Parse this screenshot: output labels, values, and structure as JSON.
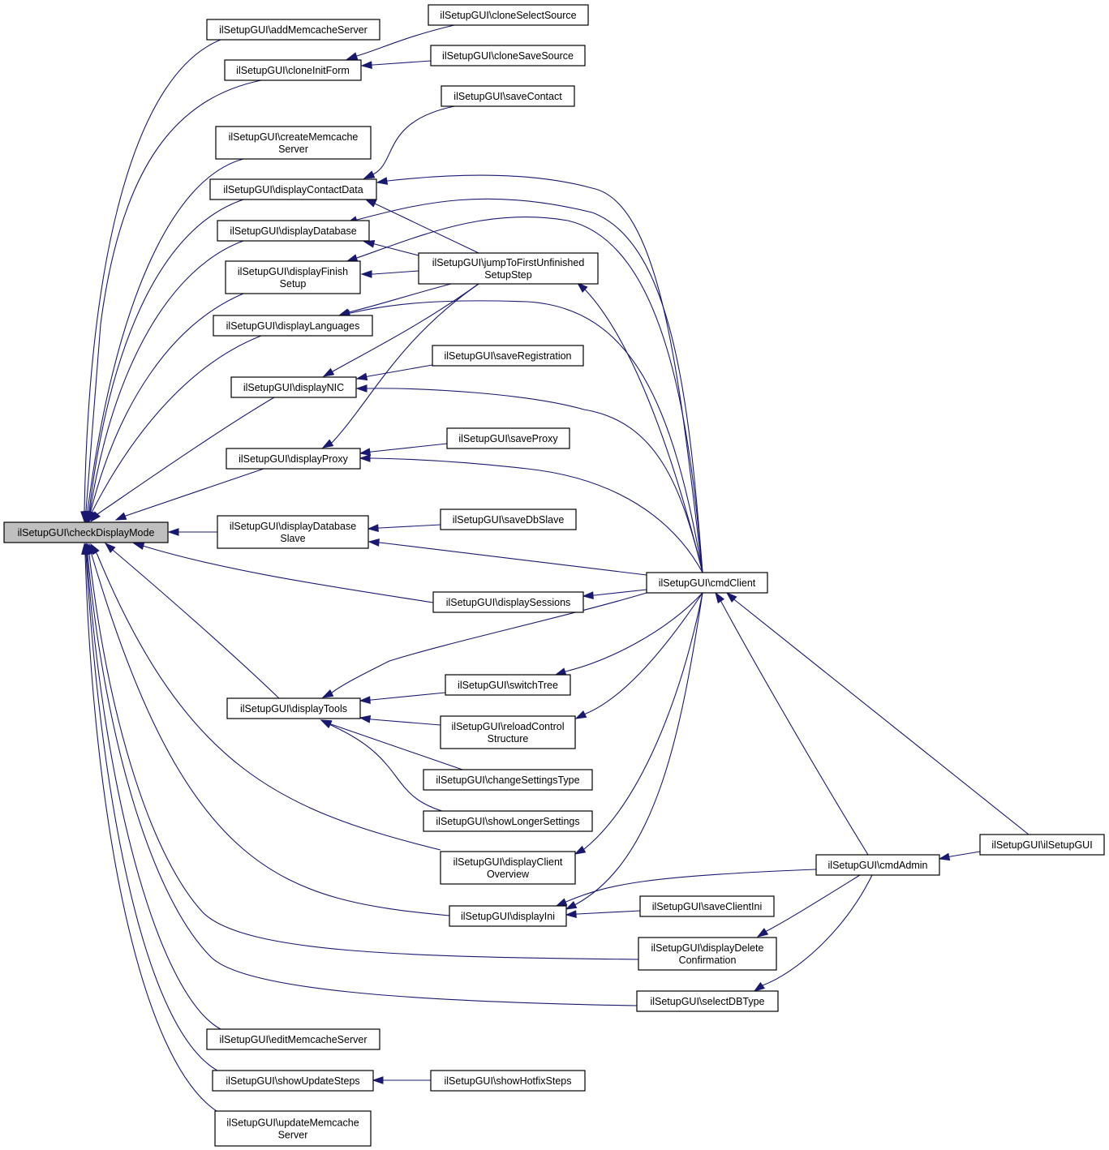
{
  "graph": {
    "colors": {
      "edge": "#191970",
      "root_fill": "#bfbfbf",
      "node_fill": "#ffffff",
      "border": "#000000"
    },
    "nodes": [
      {
        "id": "checkDisplayMode",
        "lines": [
          "ilSetupGUI\\checkDisplayMode"
        ],
        "root": true
      },
      {
        "id": "addMemcacheServer",
        "lines": [
          "ilSetupGUI\\addMemcacheServer"
        ]
      },
      {
        "id": "cloneInitForm",
        "lines": [
          "ilSetupGUI\\cloneInitForm"
        ]
      },
      {
        "id": "cloneSelectSource",
        "lines": [
          "ilSetupGUI\\cloneSelectSource"
        ]
      },
      {
        "id": "cloneSaveSource",
        "lines": [
          "ilSetupGUI\\cloneSaveSource"
        ]
      },
      {
        "id": "saveContact",
        "lines": [
          "ilSetupGUI\\saveContact"
        ]
      },
      {
        "id": "createMemcacheServer",
        "lines": [
          "ilSetupGUI\\createMemcache",
          "Server"
        ]
      },
      {
        "id": "displayContactData",
        "lines": [
          "ilSetupGUI\\displayContactData"
        ]
      },
      {
        "id": "displayDatabase",
        "lines": [
          "ilSetupGUI\\displayDatabase"
        ]
      },
      {
        "id": "jumpToFirstUnfinishedSetupStep",
        "lines": [
          "ilSetupGUI\\jumpToFirstUnfinished",
          "SetupStep"
        ]
      },
      {
        "id": "displayFinishSetup",
        "lines": [
          "ilSetupGUI\\displayFinish",
          "Setup"
        ]
      },
      {
        "id": "displayLanguages",
        "lines": [
          "ilSetupGUI\\displayLanguages"
        ]
      },
      {
        "id": "saveRegistration",
        "lines": [
          "ilSetupGUI\\saveRegistration"
        ]
      },
      {
        "id": "displayNIC",
        "lines": [
          "ilSetupGUI\\displayNIC"
        ]
      },
      {
        "id": "saveProxy",
        "lines": [
          "ilSetupGUI\\saveProxy"
        ]
      },
      {
        "id": "displayProxy",
        "lines": [
          "ilSetupGUI\\displayProxy"
        ]
      },
      {
        "id": "saveDbSlave",
        "lines": [
          "ilSetupGUI\\saveDbSlave"
        ]
      },
      {
        "id": "displayDatabaseSlave",
        "lines": [
          "ilSetupGUI\\displayDatabase",
          "Slave"
        ]
      },
      {
        "id": "cmdClient",
        "lines": [
          "ilSetupGUI\\cmdClient"
        ]
      },
      {
        "id": "displaySessions",
        "lines": [
          "ilSetupGUI\\displaySessions"
        ]
      },
      {
        "id": "switchTree",
        "lines": [
          "ilSetupGUI\\switchTree"
        ]
      },
      {
        "id": "displayTools",
        "lines": [
          "ilSetupGUI\\displayTools"
        ]
      },
      {
        "id": "reloadControlStructure",
        "lines": [
          "ilSetupGUI\\reloadControl",
          "Structure"
        ]
      },
      {
        "id": "changeSettingsType",
        "lines": [
          "ilSetupGUI\\changeSettingsType"
        ]
      },
      {
        "id": "showLongerSettings",
        "lines": [
          "ilSetupGUI\\showLongerSettings"
        ]
      },
      {
        "id": "displayClientOverview",
        "lines": [
          "ilSetupGUI\\displayClient",
          "Overview"
        ]
      },
      {
        "id": "ilSetupGUI",
        "lines": [
          "ilSetupGUI\\ilSetupGUI"
        ]
      },
      {
        "id": "cmdAdmin",
        "lines": [
          "ilSetupGUI\\cmdAdmin"
        ]
      },
      {
        "id": "saveClientIni",
        "lines": [
          "ilSetupGUI\\saveClientIni"
        ]
      },
      {
        "id": "displayIni",
        "lines": [
          "ilSetupGUI\\displayIni"
        ]
      },
      {
        "id": "displayDeleteConfirmation",
        "lines": [
          "ilSetupGUI\\displayDelete",
          "Confirmation"
        ]
      },
      {
        "id": "selectDBType",
        "lines": [
          "ilSetupGUI\\selectDBType"
        ]
      },
      {
        "id": "editMemcacheServer",
        "lines": [
          "ilSetupGUI\\editMemcacheServer"
        ]
      },
      {
        "id": "showUpdateSteps",
        "lines": [
          "ilSetupGUI\\showUpdateSteps"
        ]
      },
      {
        "id": "showHotfixSteps",
        "lines": [
          "ilSetupGUI\\showHotfixSteps"
        ]
      },
      {
        "id": "updateMemcacheServer",
        "lines": [
          "ilSetupGUI\\updateMemcache",
          "Server"
        ]
      }
    ],
    "edges": [
      {
        "caller": "addMemcacheServer",
        "callee": "checkDisplayMode"
      },
      {
        "caller": "cloneInitForm",
        "callee": "checkDisplayMode"
      },
      {
        "caller": "createMemcacheServer",
        "callee": "checkDisplayMode"
      },
      {
        "caller": "displayContactData",
        "callee": "checkDisplayMode"
      },
      {
        "caller": "displayDatabase",
        "callee": "checkDisplayMode"
      },
      {
        "caller": "displayFinishSetup",
        "callee": "checkDisplayMode"
      },
      {
        "caller": "displayLanguages",
        "callee": "checkDisplayMode"
      },
      {
        "caller": "displayNIC",
        "callee": "checkDisplayMode"
      },
      {
        "caller": "displayProxy",
        "callee": "checkDisplayMode"
      },
      {
        "caller": "displayDatabaseSlave",
        "callee": "checkDisplayMode"
      },
      {
        "caller": "displaySessions",
        "callee": "checkDisplayMode"
      },
      {
        "caller": "displayTools",
        "callee": "checkDisplayMode"
      },
      {
        "caller": "displayClientOverview",
        "callee": "checkDisplayMode"
      },
      {
        "caller": "displayIni",
        "callee": "checkDisplayMode"
      },
      {
        "caller": "displayDeleteConfirmation",
        "callee": "checkDisplayMode"
      },
      {
        "caller": "selectDBType",
        "callee": "checkDisplayMode"
      },
      {
        "caller": "editMemcacheServer",
        "callee": "checkDisplayMode"
      },
      {
        "caller": "showUpdateSteps",
        "callee": "checkDisplayMode"
      },
      {
        "caller": "updateMemcacheServer",
        "callee": "checkDisplayMode"
      },
      {
        "caller": "cloneSelectSource",
        "callee": "cloneInitForm"
      },
      {
        "caller": "cloneSaveSource",
        "callee": "cloneInitForm"
      },
      {
        "caller": "saveContact",
        "callee": "displayContactData"
      },
      {
        "caller": "jumpToFirstUnfinishedSetupStep",
        "callee": "displayContactData"
      },
      {
        "caller": "cmdClient",
        "callee": "displayContactData"
      },
      {
        "caller": "jumpToFirstUnfinishedSetupStep",
        "callee": "displayDatabase"
      },
      {
        "caller": "cmdClient",
        "callee": "displayDatabase"
      },
      {
        "caller": "jumpToFirstUnfinishedSetupStep",
        "callee": "displayFinishSetup"
      },
      {
        "caller": "cmdClient",
        "callee": "displayFinishSetup"
      },
      {
        "caller": "jumpToFirstUnfinishedSetupStep",
        "callee": "displayLanguages"
      },
      {
        "caller": "cmdClient",
        "callee": "displayLanguages"
      },
      {
        "caller": "jumpToFirstUnfinishedSetupStep",
        "callee": "displayNIC"
      },
      {
        "caller": "saveRegistration",
        "callee": "displayNIC"
      },
      {
        "caller": "cmdClient",
        "callee": "displayNIC"
      },
      {
        "caller": "jumpToFirstUnfinishedSetupStep",
        "callee": "displayProxy"
      },
      {
        "caller": "saveProxy",
        "callee": "displayProxy"
      },
      {
        "caller": "cmdClient",
        "callee": "displayProxy"
      },
      {
        "caller": "saveDbSlave",
        "callee": "displayDatabaseSlave"
      },
      {
        "caller": "cmdClient",
        "callee": "displayDatabaseSlave"
      },
      {
        "caller": "cmdClient",
        "callee": "displaySessions"
      },
      {
        "caller": "cmdClient",
        "callee": "displayTools"
      },
      {
        "caller": "switchTree",
        "callee": "displayTools"
      },
      {
        "caller": "reloadControlStructure",
        "callee": "displayTools"
      },
      {
        "caller": "changeSettingsType",
        "callee": "displayTools"
      },
      {
        "caller": "showLongerSettings",
        "callee": "displayTools"
      },
      {
        "caller": "cmdClient",
        "callee": "jumpToFirstUnfinishedSetupStep"
      },
      {
        "caller": "cmdClient",
        "callee": "switchTree"
      },
      {
        "caller": "cmdClient",
        "callee": "reloadControlStructure"
      },
      {
        "caller": "cmdClient",
        "callee": "displayClientOverview"
      },
      {
        "caller": "cmdClient",
        "callee": "displayIni"
      },
      {
        "caller": "cmdAdmin",
        "callee": "cmdClient"
      },
      {
        "caller": "ilSetupGUI",
        "callee": "cmdClient"
      },
      {
        "caller": "cmdAdmin",
        "callee": "displayIni"
      },
      {
        "caller": "saveClientIni",
        "callee": "displayIni"
      },
      {
        "caller": "cmdAdmin",
        "callee": "displayDeleteConfirmation"
      },
      {
        "caller": "cmdAdmin",
        "callee": "selectDBType"
      },
      {
        "caller": "ilSetupGUI",
        "callee": "cmdAdmin"
      },
      {
        "caller": "showHotfixSteps",
        "callee": "showUpdateSteps"
      }
    ]
  }
}
